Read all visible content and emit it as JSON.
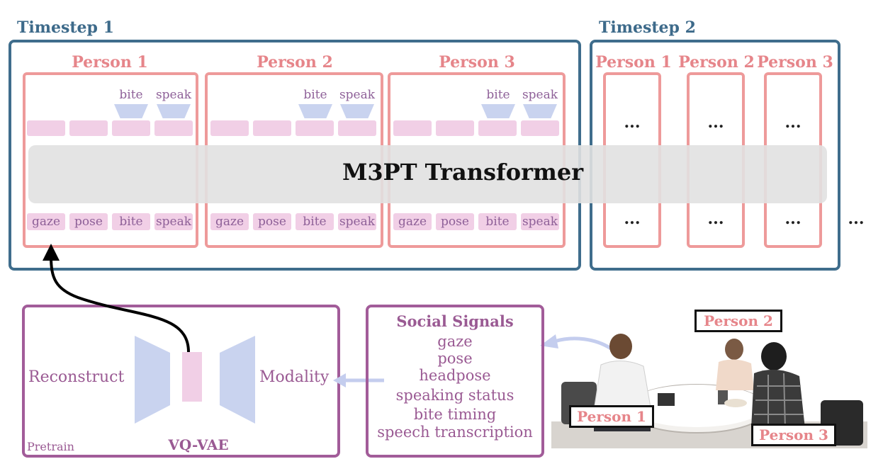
{
  "diagram": {
    "timestep1_label": "Timestep 1",
    "timestep2_label": "Timestep 2",
    "timestep1_persons": [
      "Person 1",
      "Person 2",
      "Person 3"
    ],
    "timestep2_persons": [
      "Person 1",
      "Person 2",
      "Person 3"
    ],
    "output_heads": [
      "bite",
      "speak"
    ],
    "input_tokens": [
      "gaze",
      "pose",
      "bite",
      "speak"
    ],
    "ellipsis": "...",
    "transformer_label": "M3PT Transformer",
    "vqvae": {
      "reconstruct_label": "Reconstruct",
      "modality_label": "Modality",
      "title": "VQ-VAE",
      "pretrain_label": "Pretrain"
    },
    "social_signals": {
      "title": "Social Signals",
      "items": [
        "gaze",
        "pose",
        "headpose",
        "speaking status",
        "bite timing",
        "speech transcription"
      ]
    },
    "photo_tags": [
      "Person 1",
      "Person 2",
      "Person 3"
    ]
  },
  "colors": {
    "timestep_border": "#3f6d8c",
    "person_border": "#ee9a9a",
    "person_text": "#e6858a",
    "token_fill": "#f1cfe6",
    "head_fill": "#c9d3ef",
    "vq_purple": "#a25c99",
    "arrow_blue": "#c4cdee"
  }
}
